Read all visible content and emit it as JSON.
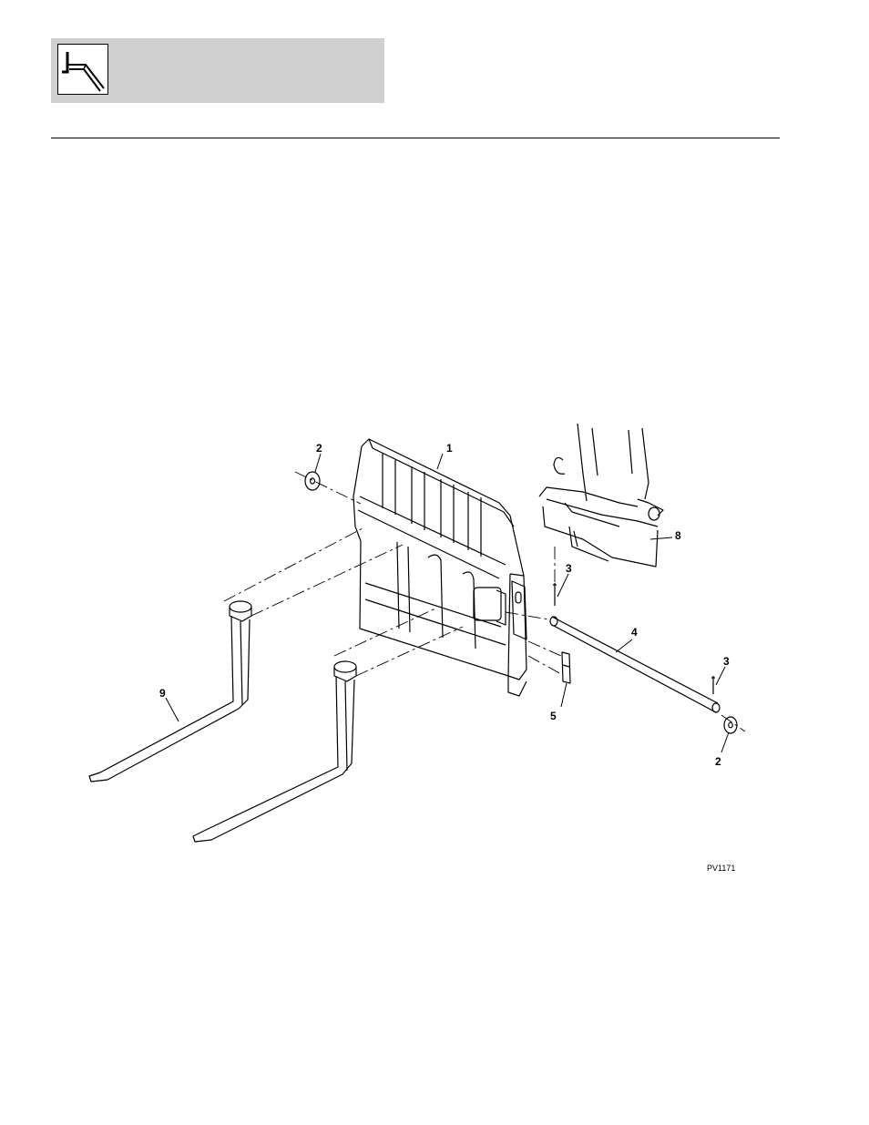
{
  "figure": {
    "id_label": "PV1171",
    "callouts": {
      "pallet_fork_frame": "1",
      "washer_left": "2",
      "washer_right": "2",
      "pin_clip_top": "3",
      "pin_clip_right": "3",
      "pivot_pin": "4",
      "decal": "5",
      "quick_coupler": "8",
      "fork_tine": "9"
    }
  },
  "icons": {
    "header": "fork-lift-icon"
  }
}
